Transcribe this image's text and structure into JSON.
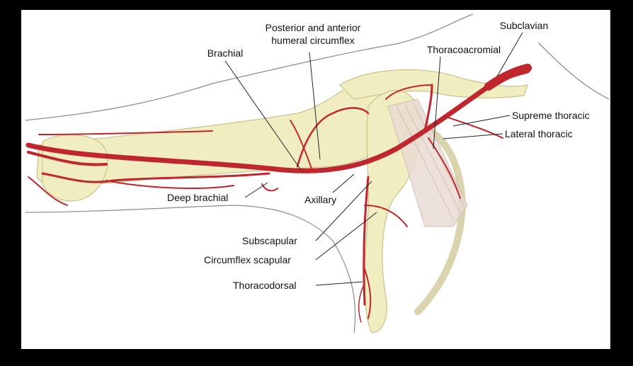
{
  "labels": {
    "posterior_anterior_line1": "Posterior and anterior",
    "posterior_anterior_line2": "humeral circumflex",
    "brachial": "Brachial",
    "subclavian": "Subclavian",
    "thoracoacromial": "Thoracoacromial",
    "supreme_thoracic": "Supreme thoracic",
    "lateral_thoracic": "Lateral thoracic",
    "deep_brachial": "Deep brachial",
    "axillary": "Axillary",
    "subscapular": "Subscapular",
    "circumflex_scapular": "Circumflex scapular",
    "thoracodorsal": "Thoracodorsal"
  },
  "colors": {
    "artery": "#c0262d",
    "bone": "#f0eec0",
    "bone_outline": "#c9c28a",
    "muscle": "#e9dcd4",
    "outline": "#8a8a8a",
    "background": "#ffffff",
    "frame": "#000000"
  }
}
